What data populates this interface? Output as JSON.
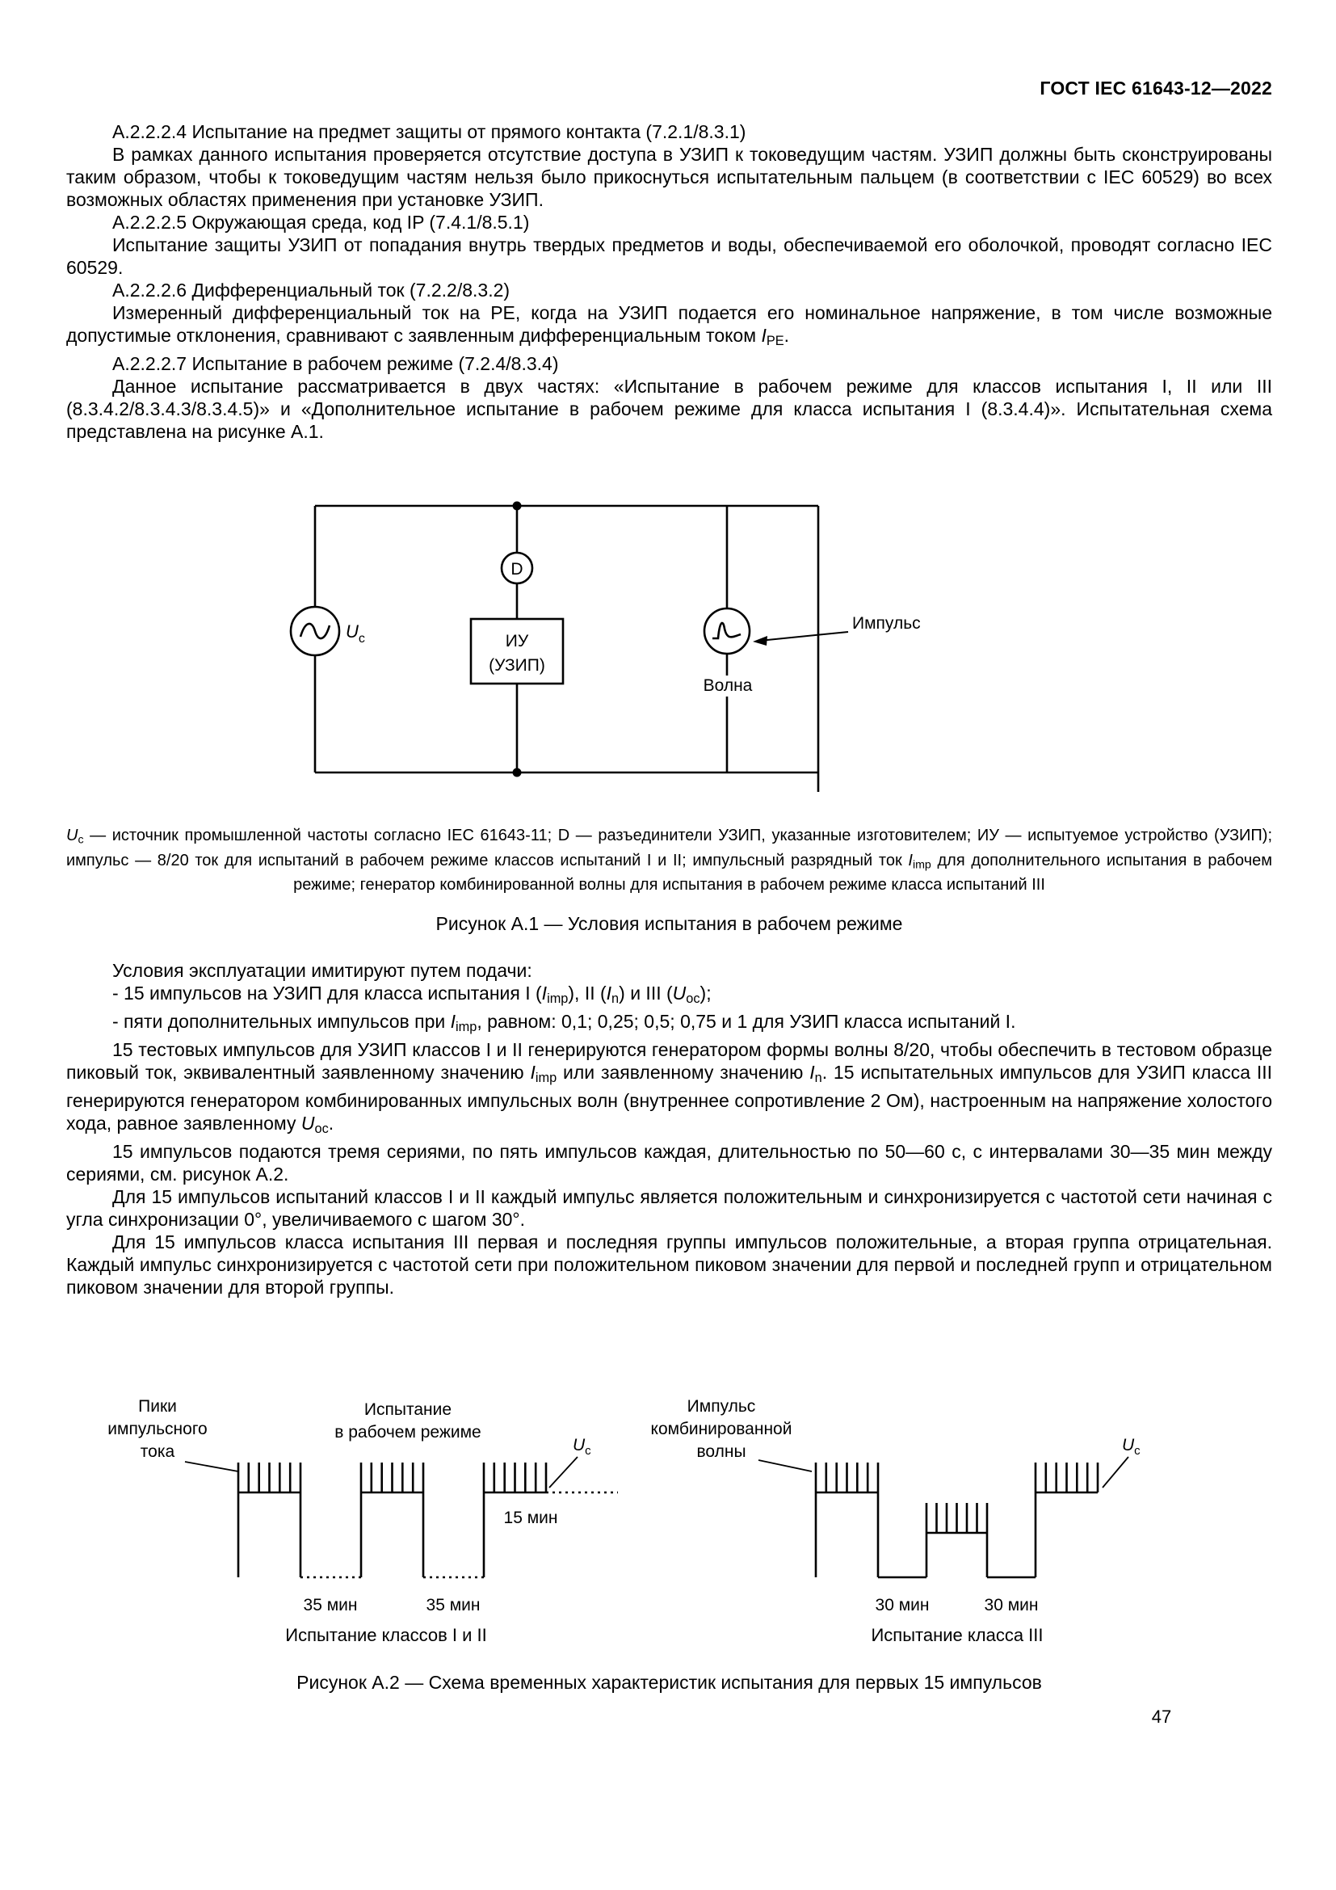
{
  "page": {
    "doc_number": "ГОСТ IEC 61643-12—2022",
    "page_number": "47"
  },
  "symbols": {
    "u": "U",
    "c": "c"
  },
  "body1": [
    {
      "indent": true,
      "runs": [
        {
          "t": "А.2.2.2.4 Испытание на предмет защиты от прямого контакта (7.2.1/8.3.1)"
        }
      ]
    },
    {
      "indent": true,
      "runs": [
        {
          "t": "В рамках данного испытания проверяется отсутствие доступа в УЗИП к токоведущим частям. УЗИП должны быть сконструированы таким образом, чтобы к токоведущим частям нельзя было прикоснуться испытательным пальцем (в соответствии с IEC 60529) во всех возможных областях применения при установке УЗИП."
        }
      ]
    },
    {
      "indent": true,
      "runs": [
        {
          "t": "А.2.2.2.5 Окружающая среда, код IP (7.4.1/8.5.1)"
        }
      ]
    },
    {
      "indent": true,
      "runs": [
        {
          "t": "Испытание защиты УЗИП от попадания внутрь твердых предметов и воды, обеспечиваемой его оболочкой, проводят согласно IEC 60529."
        }
      ]
    },
    {
      "indent": true,
      "runs": [
        {
          "t": "А.2.2.2.6 Дифференциальный ток (7.2.2/8.3.2)"
        }
      ]
    },
    {
      "indent": true,
      "runs": [
        {
          "t": "Измеренный дифференциальный ток на РЕ, когда на УЗИП подается его номинальное напряжение, в том числе возможные допустимые отклонения, сравнивают с заявленным дифференциальным током "
        },
        {
          "t": "I",
          "i": true
        },
        {
          "t": "PE",
          "sub": true
        },
        {
          "t": "."
        }
      ]
    },
    {
      "indent": true,
      "runs": [
        {
          "t": "А.2.2.2.7 Испытание в рабочем режиме (7.2.4/8.3.4)"
        }
      ]
    },
    {
      "indent": true,
      "runs": [
        {
          "t": "Данное испытание рассматривается в двух частях: «Испытание в рабочем режиме для классов испытания I, II или III (8.3.4.2/8.3.4.3/8.3.4.5)» и «Дополнительное испытание в рабочем режиме для класса испытания I (8.3.4.4)». Испытательная схема представлена на рисунке А.1."
        }
      ]
    }
  ],
  "figure_a1": {
    "labels": {
      "d": "D",
      "device": "ИУ",
      "device2": "(УЗИП)",
      "impulse": "Импульс",
      "wave": "Волна"
    },
    "caption_runs": [
      {
        "t": "U",
        "i": true
      },
      {
        "t": "c",
        "sub": true
      },
      {
        "t": " — источник промышленной частоты согласно IEC 61643-11; D — разъединители УЗИП, указанные изготовителем; ИУ — испытуемое устройство (УЗИП); импульс — 8/20 ток для испытаний в рабочем режиме классов испытаний I и II; импульсный разрядный ток "
      },
      {
        "t": "I",
        "i": true
      },
      {
        "t": "imp",
        "sub": true
      },
      {
        "t": " для дополнительного испытания в рабочем режиме; генератор комбинированной волны для испытания в рабочем режиме класса испытаний III"
      }
    ],
    "title": "Рисунок А.1 — Условия испытания в рабочем режиме"
  },
  "body2": [
    {
      "indent": true,
      "runs": [
        {
          "t": "Условия эксплуатации имитируют путем подачи:"
        }
      ]
    },
    {
      "indent": true,
      "runs": [
        {
          "t": "- 15 импульсов на УЗИП для класса испытания I ("
        },
        {
          "t": "I",
          "i": true
        },
        {
          "t": "imp",
          "sub": true
        },
        {
          "t": "), II ("
        },
        {
          "t": "I",
          "i": true
        },
        {
          "t": "n",
          "sub": true
        },
        {
          "t": ") и III ("
        },
        {
          "t": "U",
          "i": true
        },
        {
          "t": "oc",
          "sub": true
        },
        {
          "t": ");"
        }
      ]
    },
    {
      "indent": true,
      "runs": [
        {
          "t": "- пяти дополнительных импульсов при "
        },
        {
          "t": "I",
          "i": true
        },
        {
          "t": "imp",
          "sub": true
        },
        {
          "t": ", равном: 0,1; 0,25; 0,5; 0,75 и 1 для УЗИП класса испытаний I."
        }
      ]
    },
    {
      "indent": true,
      "runs": [
        {
          "t": "15 тестовых импульсов для УЗИП классов I и II генерируются генератором формы волны 8/20, чтобы обеспечить в тестовом образце пиковый ток, эквивалентный заявленному значению "
        },
        {
          "t": "I",
          "i": true
        },
        {
          "t": "imp",
          "sub": true
        },
        {
          "t": " или заявленному значению "
        },
        {
          "t": "I",
          "i": true
        },
        {
          "t": "n",
          "sub": true
        },
        {
          "t": ". 15 испытательных импульсов для УЗИП класса III генерируются генератором комбинированных импульсных волн (внутреннее сопротивление 2 Ом), настроенным на напряжение холостого хода, равное заявленному "
        },
        {
          "t": "U",
          "i": true
        },
        {
          "t": "oc",
          "sub": true
        },
        {
          "t": "."
        }
      ]
    },
    {
      "indent": true,
      "runs": [
        {
          "t": "15 импульсов подаются тремя сериями, по пять импульсов каждая, длительностью по 50—60 с, с интервалами 30—35 мин между сериями, см. рисунок А.2."
        }
      ]
    },
    {
      "indent": true,
      "runs": [
        {
          "t": "Для 15 импульсов испытаний классов I и II каждый импульс является положительным и синхронизируется с частотой сети начиная с угла синхронизации 0°, увеличиваемого с шагом 30°."
        }
      ]
    },
    {
      "indent": true,
      "runs": [
        {
          "t": "Для 15 импульсов класса испытания III первая и последняя группы импульсов положительные, а вторая группа отрицательная. Каждый импульс синхронизируется с частотой сети при положительном пиковом значении для первой и последней групп и отрицательном пиковом значении для второй группы."
        }
      ]
    }
  ],
  "figure_a2": {
    "labels": {
      "peaks1": "Пики",
      "peaks2": "импульсного",
      "peaks3": "тока",
      "optest1": "Испытание",
      "optest2": "в рабочем режиме",
      "min15": "15 мин",
      "min35a": "35 мин",
      "min35b": "35 мин",
      "combined1": "Импульс",
      "combined2": "комбинированной",
      "combined3": "волны",
      "min30a": "30 мин",
      "min30b": "30 мин",
      "class12": "Испытание классов I и II",
      "class3": "Испытание класса III"
    },
    "title": "Рисунок А.2 — Схема временных характеристик испытания для первых 15 импульсов"
  }
}
